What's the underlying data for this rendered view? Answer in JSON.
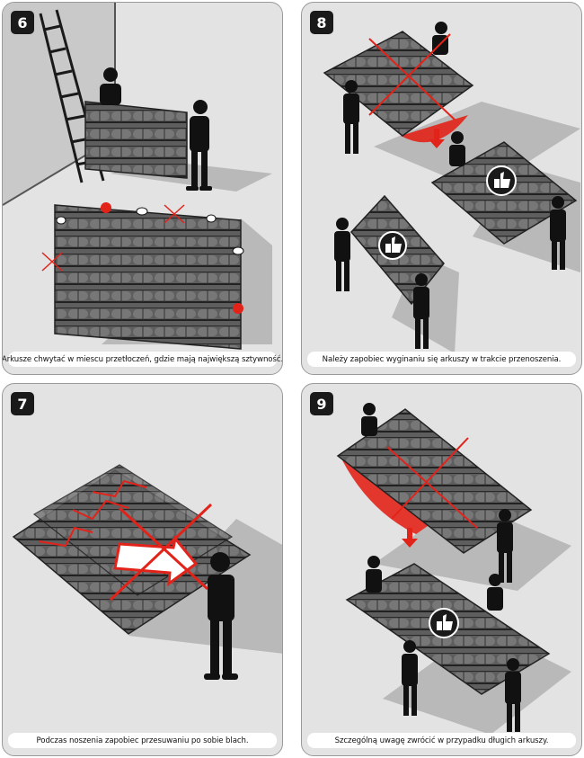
{
  "colors": {
    "panel_bg": "#e3e3e3",
    "sheet": "#5e5e5e",
    "sheet_dark": "#2a2a2a",
    "sheet_light": "#8a8a8a",
    "shadow": "#b9b9b9",
    "warning_red": "#e2231a",
    "figure": "#111111"
  },
  "panels": [
    {
      "number": "6",
      "caption": "Arkusze chwytać w miescu przetłoczeń, gdzie mają największą sztywność."
    },
    {
      "number": "8",
      "caption": "Należy zapobiec wyginaniu się arkuszy w trakcie przenoszenia."
    },
    {
      "number": "7",
      "caption": "Podczas noszenia zapobiec przesuwaniu po sobie blach."
    },
    {
      "number": "9",
      "caption": "Szczególną uwagę zwrócić w przypadku długich arkuszy."
    }
  ],
  "icons": {
    "ok": "thumbs-up-icon",
    "wrong": "red-cross-mark",
    "move": "arrow-icon"
  }
}
